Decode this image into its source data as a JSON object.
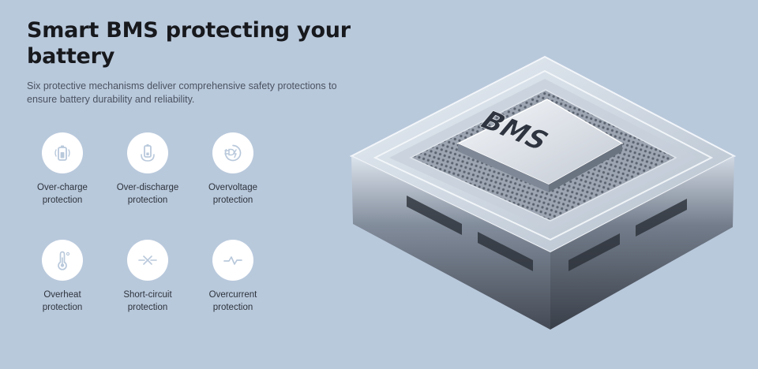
{
  "header": {
    "title_line1": "Smart BMS protecting your",
    "title_line2": "battery",
    "subtitle": "Six protective mechanisms deliver comprehensive safety protections to ensure battery durability and reliability."
  },
  "features": [
    {
      "icon": "battery-overcharge-icon",
      "line1": "Over-charge",
      "line2": "protection"
    },
    {
      "icon": "battery-overdischarge-icon",
      "line1": "Over-discharge",
      "line2": "protection"
    },
    {
      "icon": "plug-voltage-icon",
      "line1": "Overvoltage",
      "line2": "protection"
    },
    {
      "icon": "thermometer-icon",
      "line1": "Overheat",
      "line2": "protection"
    },
    {
      "icon": "short-circuit-icon",
      "line1": "Short-circuit",
      "line2": "protection"
    },
    {
      "icon": "current-wave-icon",
      "line1": "Overcurrent",
      "line2": "protection"
    }
  ],
  "chip": {
    "label": "BMS"
  },
  "colors": {
    "background": "#b9c9dc",
    "icon_stroke": "#b9c9dc",
    "circle": "#ffffff"
  }
}
